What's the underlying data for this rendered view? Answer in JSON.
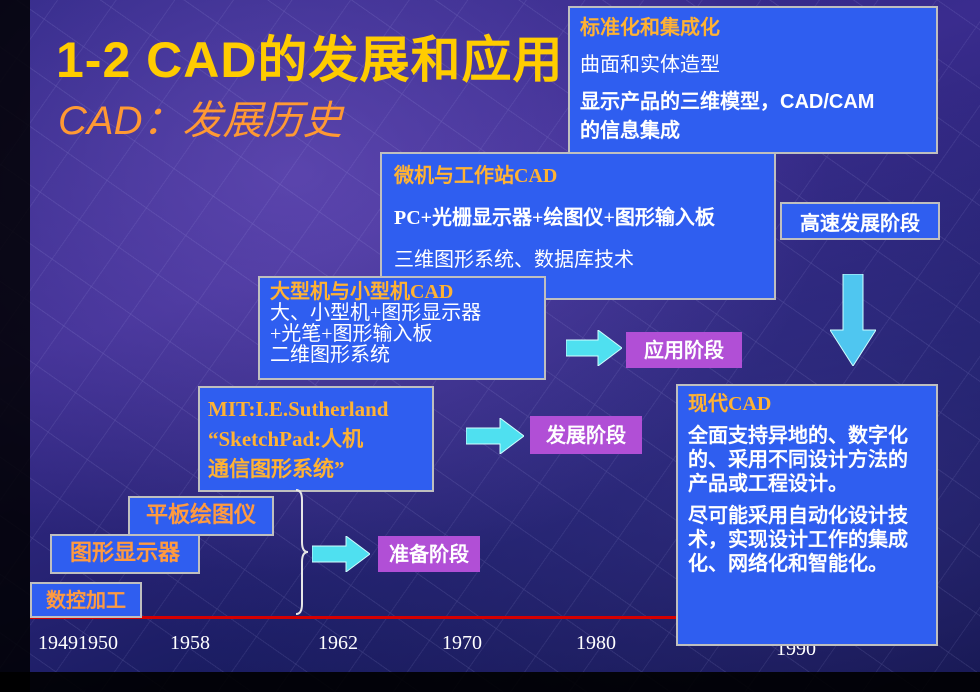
{
  "slide": {
    "title": "1-2  CAD的发展和应用",
    "subtitle": "CAD：发展历史"
  },
  "boxes": {
    "standardization": {
      "heading": "标准化和集成化",
      "line1": "曲面和实体造型",
      "line2": "显示产品的三维模型，CAD/CAM",
      "line3": "的信息集成"
    },
    "micro": {
      "heading": "微机与工作站CAD",
      "line1": "PC+光栅显示器+绘图仪+图形输入板",
      "line2": "三维图形系统、数据库技术"
    },
    "large": {
      "heading": "大型机与小型机CAD",
      "line1": "大、小型机+图形显示器",
      "line2": "+光笔+图形输入板",
      "line3": "二维图形系统"
    },
    "mit": {
      "line1": "MIT:I.E.Sutherland",
      "line2": "“SketchPad:人机",
      "line3": "通信图形系统”"
    },
    "modern": {
      "heading": "现代CAD",
      "para1": "全面支持异地的、数字化的、采用不同设计方法的产品或工程设计。",
      "para2": "尽可能采用自动化设计技术，实现设计工作的集成化、网络化和智能化。"
    }
  },
  "tags": {
    "flatbed_plotter": "平板绘图仪",
    "graphic_display": "图形显示器",
    "nc_machining": "数控加工"
  },
  "stages": {
    "preparation": "准备阶段",
    "development": "发展阶段",
    "application": "应用阶段",
    "rapid": "高速发展阶段"
  },
  "timeline": {
    "labels": [
      "19491950",
      "1958",
      "1962",
      "1970",
      "1980",
      "1990"
    ]
  },
  "colors": {
    "box_fill": "#2f5ef0",
    "title": "#ffcc00",
    "heading": "#ffb233",
    "stage_fill": "#b14fd6",
    "arrow": "#4fe0f0",
    "timeline": "#d60000"
  }
}
